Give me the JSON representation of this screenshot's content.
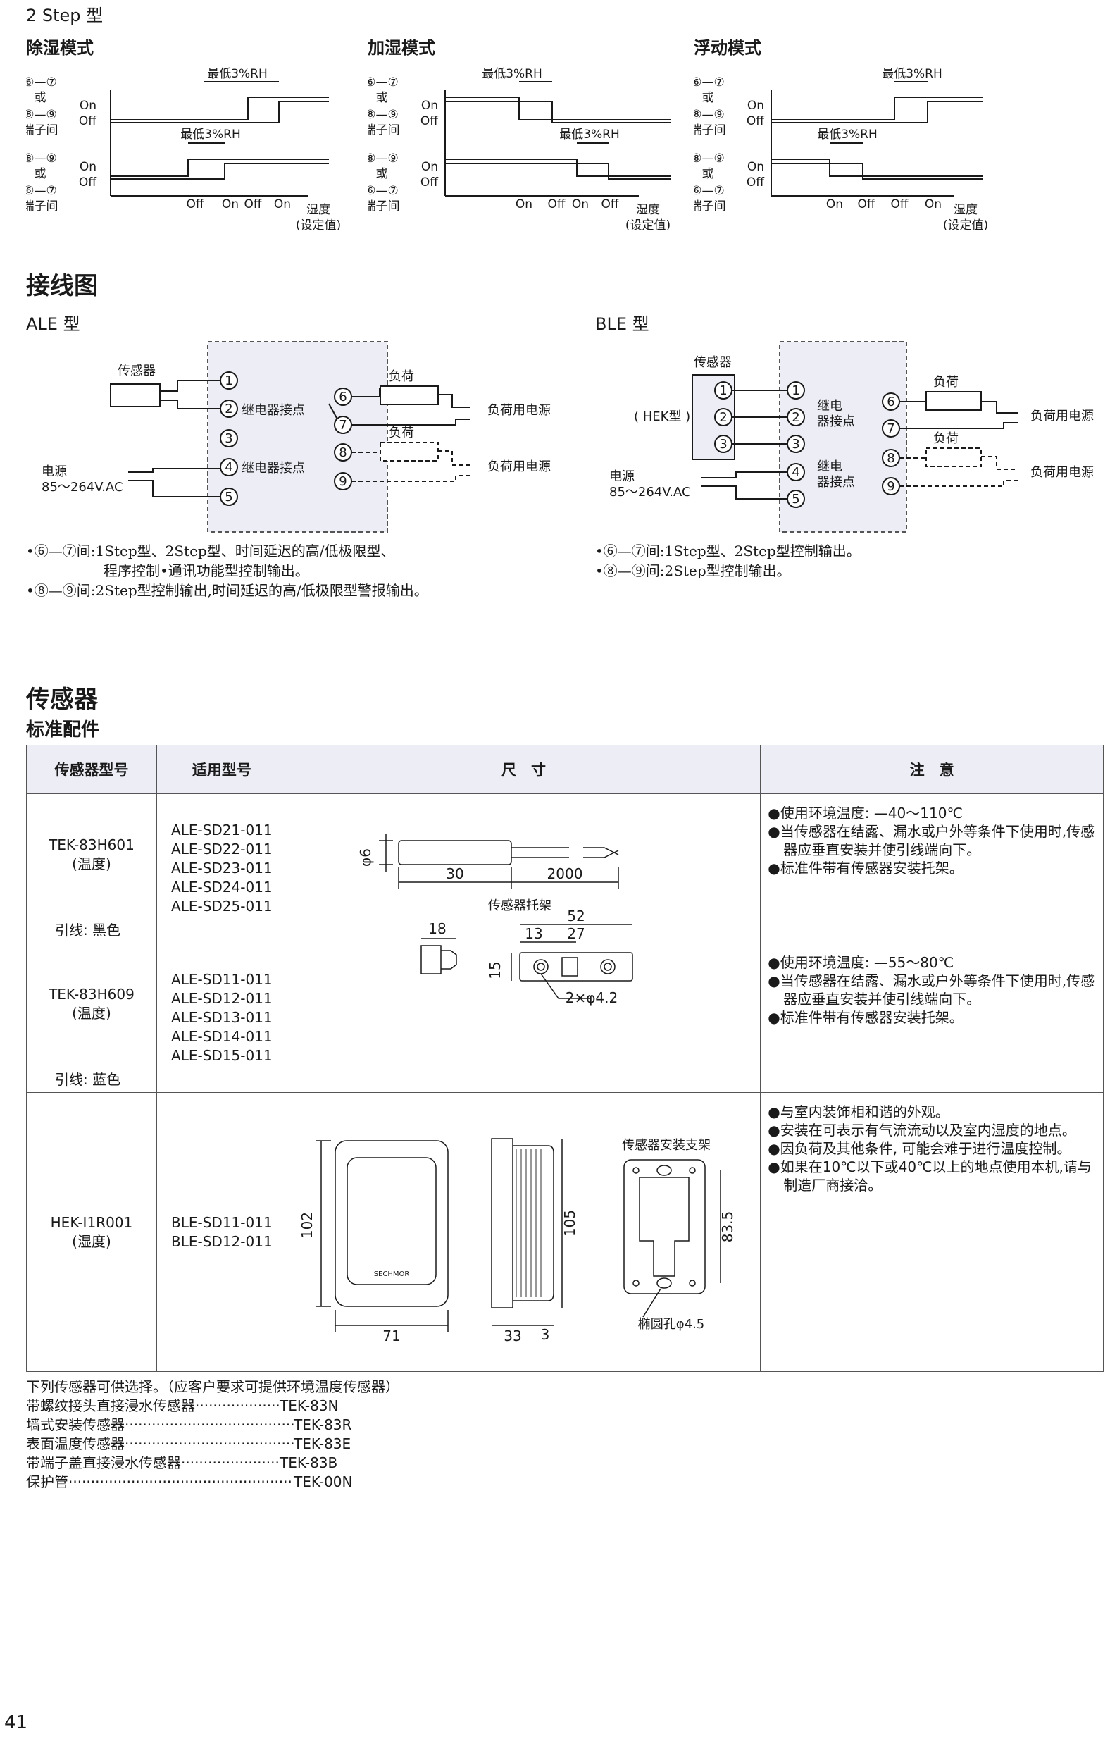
{
  "page_number": "41",
  "step_section": {
    "title": "2 Step 型",
    "modes": [
      {
        "name": "除湿模式",
        "bottom_labels": [
          "Off",
          "On",
          "Off",
          "On"
        ]
      },
      {
        "name": "加湿模式",
        "bottom_labels": [
          "On",
          "Off",
          "On",
          "Off"
        ]
      },
      {
        "name": "浮动模式",
        "bottom_labels": [
          "On",
          "Off",
          "Off",
          "On"
        ]
      }
    ],
    "upper_terminals": [
      "⑥—⑦",
      "或",
      "⑧—⑨",
      "端子间"
    ],
    "lower_terminals": [
      "⑧—⑨",
      "或",
      "⑥—⑦",
      "端子间"
    ],
    "on_label": "On",
    "off_label": "Off",
    "min_rh": "最低3%RH",
    "x_axis": [
      "湿度",
      "(设定值)"
    ]
  },
  "wiring": {
    "title": "接线图",
    "ale": {
      "label": "ALE 型",
      "sensor": "传感器",
      "power": [
        "电源",
        "85～264V.AC"
      ],
      "relay": "继电器接点",
      "load": "负荷",
      "load_power": "负荷用电源",
      "terminals": [
        "1",
        "2",
        "3",
        "4",
        "5",
        "6",
        "7",
        "8",
        "9"
      ],
      "notes": [
        "•⑥—⑦间:1Step型、2Step型、时间延迟的高/低极限型、",
        "程序控制•通讯功能型控制输出。",
        "•⑧—⑨间:2Step型控制输出,时间延迟的高/低极限型警报输出。"
      ]
    },
    "ble": {
      "label": "BLE 型",
      "sensor": "传感器",
      "hek": "( HEK型 )",
      "power": [
        "电源",
        "85～264V.AC"
      ],
      "relay": [
        "继电",
        "器接点"
      ],
      "load": "负荷",
      "load_power": "负荷用电源",
      "terminals": [
        "1",
        "2",
        "3",
        "4",
        "5",
        "6",
        "7",
        "8",
        "9"
      ],
      "notes": [
        "•⑥—⑦间:1Step型、2Step型控制输出。",
        "•⑧—⑨间:2Step型控制输出。"
      ]
    }
  },
  "sensor_section": {
    "title": "传感器",
    "subtitle": "标准配件",
    "headers": [
      "传感器型号",
      "适用型号",
      "尺　寸",
      "注　意"
    ],
    "rows": [
      {
        "model": [
          "TEK-83H601",
          "(温度)"
        ],
        "lead": "引线: 黑色",
        "applicable": [
          "ALE-SD21-011",
          "ALE-SD22-011",
          "ALE-SD23-011",
          "ALE-SD24-011",
          "ALE-SD25-011"
        ],
        "notes": [
          "●使用环境温度: —40～110℃",
          "●当传感器在结露、漏水或户外等条件下使用时,传感器应垂直安装并使引线端向下。",
          "●标准件带有传感器安装托架。"
        ]
      },
      {
        "model": [
          "TEK-83H609",
          "(温度)"
        ],
        "lead": "引线: 蓝色",
        "applicable": [
          "ALE-SD11-011",
          "ALE-SD12-011",
          "ALE-SD13-011",
          "ALE-SD14-011",
          "ALE-SD15-011"
        ],
        "notes": [
          "●使用环境温度: —55～80℃",
          "●当传感器在结露、漏水或户外等条件下使用时,传感器应垂直安装并使引线端向下。",
          "●标准件带有传感器安装托架。"
        ]
      },
      {
        "model": [
          "HEK-I1R001",
          "(湿度)"
        ],
        "lead": "",
        "applicable": [
          "BLE-SD11-011",
          "BLE-SD12-011"
        ],
        "notes": [
          "●与室内装饰相和谐的外观。",
          "●安装在可表示有气流流动以及室内湿度的地点。",
          "●因负荷及其他条件, 可能会难于进行温度控制。",
          "●如果在10℃以下或40℃以上的地点使用本机,请与制造厂商接洽。"
        ]
      }
    ],
    "dims_tek": {
      "dia": "φ6",
      "len1": "30",
      "len2": "2000",
      "bracket_title": "传感器托架",
      "d18": "18",
      "d52": "52",
      "d13": "13",
      "d27": "27",
      "d15": "15",
      "holes": "2×φ4.2"
    },
    "dims_hek": {
      "d102": "102",
      "d71": "71",
      "d105": "105",
      "d33": "33",
      "d3": "3",
      "bracket_title": "传感器安装支架",
      "d835": "83.5",
      "oval": "椭圆孔φ4.5",
      "logo": "SECHMOR"
    },
    "footer": {
      "lead": "下列传感器可供选择。（应客户要求可提供环境温度传感器）",
      "items": [
        {
          "name": "带螺纹接头直接浸水传感器",
          "model": "TEK-83N"
        },
        {
          "name": "墙式安装传感器",
          "model": "TEK-83R"
        },
        {
          "name": "表面温度传感器",
          "model": "TEK-83E"
        },
        {
          "name": "带端子盖直接浸水传感器",
          "model": "TEK-83B"
        },
        {
          "name": "保护管",
          "model": "TEK-00N"
        }
      ]
    }
  }
}
